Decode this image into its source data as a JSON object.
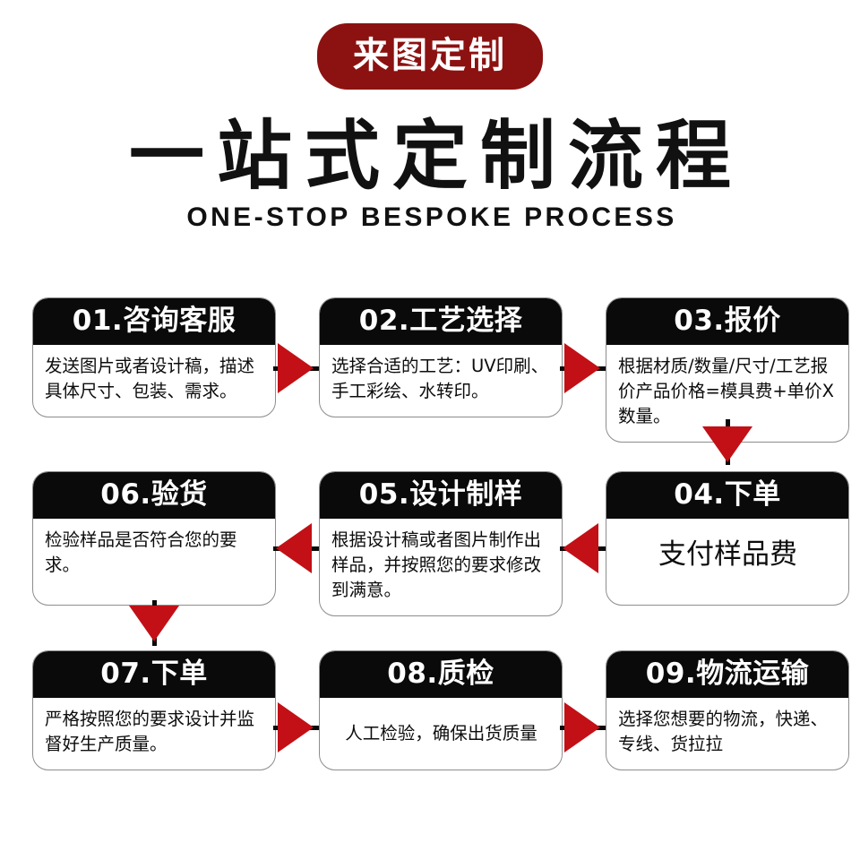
{
  "header": {
    "badge": "来图定制",
    "title": "一站式定制流程",
    "subtitle": "ONE-STOP BESPOKE PROCESS"
  },
  "colors": {
    "badge_bg": "#8c1111",
    "arrow_red": "#c21016",
    "card_header_bg": "#0a0a0a",
    "card_border": "#8d8d8d",
    "page_bg": "#ffffff",
    "text": "#0d0d0d"
  },
  "steps": [
    {
      "number": "01",
      "title": "01.咨询客服",
      "body": "发送图片或者设计稿，描述具体尺寸、包装、需求。"
    },
    {
      "number": "02",
      "title": "02.工艺选择",
      "body": "选择合适的工艺：UV印刷、手工彩绘、水转印。"
    },
    {
      "number": "03",
      "title": "03.报价",
      "body": "根据材质/数量/尺寸/工艺报价产品价格=模具费+单价X数量。"
    },
    {
      "number": "04",
      "title": "04.下单",
      "body": "支付样品费"
    },
    {
      "number": "05",
      "title": "05.设计制样",
      "body": "根据设计稿或者图片制作出样品，并按照您的要求修改到满意。"
    },
    {
      "number": "06",
      "title": "06.验货",
      "body": "检验样品是否符合您的要求。"
    },
    {
      "number": "07",
      "title": "07.下单",
      "body": "严格按照您的要求设计并监督好生产质量。"
    },
    {
      "number": "08",
      "title": "08.质检",
      "body": "人工检验，确保出货质量"
    },
    {
      "number": "09",
      "title": "09.物流运输",
      "body": "选择您想要的物流，快递、专线、货拉拉"
    }
  ],
  "connectors": [
    {
      "name": "arrow-01-to-02",
      "direction": "right"
    },
    {
      "name": "arrow-02-to-03",
      "direction": "right"
    },
    {
      "name": "arrow-03-to-04",
      "direction": "down"
    },
    {
      "name": "arrow-04-to-05",
      "direction": "left"
    },
    {
      "name": "arrow-05-to-06",
      "direction": "left"
    },
    {
      "name": "arrow-06-to-07",
      "direction": "down"
    },
    {
      "name": "arrow-07-to-08",
      "direction": "right"
    },
    {
      "name": "arrow-08-to-09",
      "direction": "right"
    }
  ]
}
